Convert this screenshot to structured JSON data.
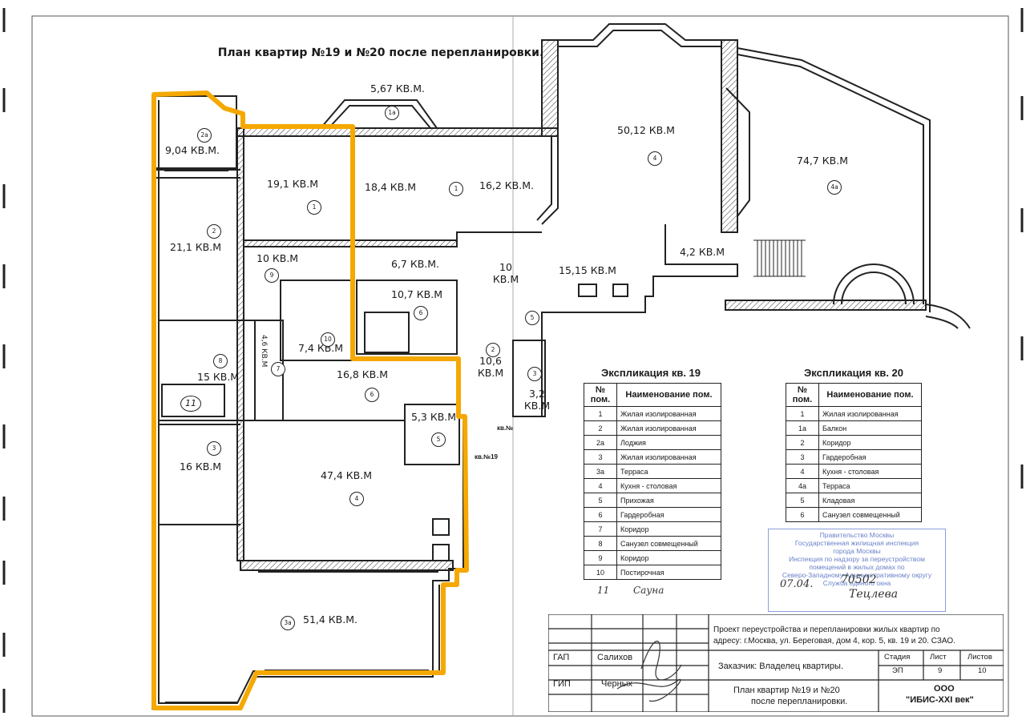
{
  "page": {
    "title": "План квартир №19 и №20 после перепланировки."
  },
  "rooms": [
    {
      "id": "r1a",
      "area": "5,67 КВ.М.",
      "num": "1а"
    },
    {
      "id": "r2a",
      "area": "9,04 КВ.М.",
      "num": "2а"
    },
    {
      "id": "r191",
      "area": "19,1 КВ.М",
      "num": "1"
    },
    {
      "id": "r184",
      "area": "18,4 КВ.М",
      "num": "1"
    },
    {
      "id": "r162",
      "area": "16,2 КВ.М.",
      "num": ""
    },
    {
      "id": "r211",
      "area": "21,1 КВ.М",
      "num": "2"
    },
    {
      "id": "r10a",
      "area": "10 КВ.М",
      "num": "9"
    },
    {
      "id": "r67",
      "area": "6,7 КВ.М.",
      "num": ""
    },
    {
      "id": "r10b",
      "area": "10 КВ.М",
      "num": ""
    },
    {
      "id": "r107",
      "area": "10,7 КВ.М",
      "num": "6"
    },
    {
      "id": "r74",
      "area": "7,4 КВ.М",
      "num": "10"
    },
    {
      "id": "r46",
      "area": "4,6 КВ.М",
      "num": "7"
    },
    {
      "id": "r15",
      "area": "15 КВ.М",
      "num": "8"
    },
    {
      "id": "r168",
      "area": "16,8 КВ.М",
      "num": "6"
    },
    {
      "id": "r106",
      "area": "10,6 КВ.М",
      "num": "2"
    },
    {
      "id": "r32",
      "area": "3,2 КВ.М",
      "num": "3"
    },
    {
      "id": "r53",
      "area": "5,3 КВ.М",
      "num": "5"
    },
    {
      "id": "r16",
      "area": "16 КВ.М",
      "num": "3"
    },
    {
      "id": "r474",
      "area": "47,4 КВ.М",
      "num": "4"
    },
    {
      "id": "r514",
      "area": "51,4 КВ.М.",
      "num": "3а"
    },
    {
      "id": "r5012",
      "area": "50,12 КВ.М",
      "num": "4"
    },
    {
      "id": "r747",
      "area": "74,7 КВ.М",
      "num": "4а"
    },
    {
      "id": "r42",
      "area": "4,2 КВ.М",
      "num": ""
    },
    {
      "id": "r1515",
      "area": "15,15 КВ.М",
      "num": "5"
    }
  ],
  "sauna_circle": "11",
  "plan_labels": {
    "kv19": "кв.№19",
    "kv20": "кв.№"
  },
  "explication19": {
    "caption": "Экспликация кв. 19",
    "headers": [
      "№ пом.",
      "Наименование пом."
    ],
    "rows": [
      [
        "1",
        "Жилая изолированная"
      ],
      [
        "2",
        "Жилая изолированная"
      ],
      [
        "2а",
        "Лоджия"
      ],
      [
        "3",
        "Жилая изолированная"
      ],
      [
        "3а",
        "Терраса"
      ],
      [
        "4",
        "Кухня - столовая"
      ],
      [
        "5",
        "Прихожая"
      ],
      [
        "6",
        "Гардеробная"
      ],
      [
        "7",
        "Коридор"
      ],
      [
        "8",
        "Санузел совмещенный"
      ],
      [
        "9",
        "Коридор"
      ],
      [
        "10",
        "Постирочная"
      ]
    ],
    "handwritten_row": [
      "11",
      "Сауна"
    ]
  },
  "explication20": {
    "caption": "Экспликация кв. 20",
    "headers": [
      "№ пом.",
      "Наименование пом."
    ],
    "rows": [
      [
        "1",
        "Жилая изолированная"
      ],
      [
        "1а",
        "Балкон"
      ],
      [
        "2",
        "Коридор"
      ],
      [
        "3",
        "Гардеробная"
      ],
      [
        "4",
        "Кухня - столовая"
      ],
      [
        "4а",
        "Терраса"
      ],
      [
        "5",
        "Кладовая"
      ],
      [
        "6",
        "Санузел совмещенный"
      ]
    ]
  },
  "stamp": {
    "project_line1": "Проект переустройства и перепланировки жилых квартир по",
    "project_line2": "адресу: г.Москва,  ул. Береговая, дом 4, кор. 5, кв. 19 и 20. СЗАО.",
    "gap_label": "ГАП",
    "gap_name": "Салихов",
    "gip_label": "ГИП",
    "gip_name": "Черных",
    "customer": "Заказчик:  Владелец квартиры.",
    "stage_h": "Стадия",
    "sheet_h": "Лист",
    "sheets_h": "Листов",
    "stage_v": "ЭП",
    "sheet_v": "9",
    "sheets_v": "10",
    "drawing_line1": "План квартир №19 и №20",
    "drawing_line2": "после перепланировки.",
    "org_line1": "ООО",
    "org_line2": "\"ИБИС-XXI век\""
  },
  "certification": {
    "lines": [
      "Правительство Москвы",
      "Государственная жилищная инспекция",
      "города Москвы",
      "Инспекция по надзору за переустройством",
      "помещений в жилых домах по",
      "Северо-Западному Административному округу",
      "Служба единого окна"
    ],
    "date": "07.04.",
    "number": "70502",
    "signature": "Тецлева"
  },
  "colors": {
    "highlight": "#f5a800",
    "wall": "#222222",
    "stamp": "#6a83c9"
  }
}
